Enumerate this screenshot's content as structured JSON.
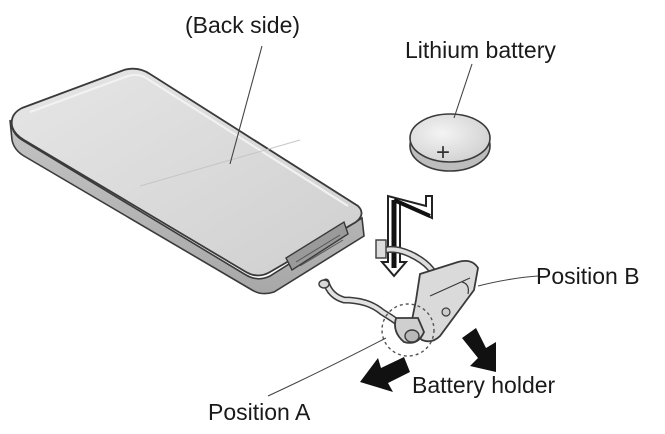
{
  "labels": {
    "back_side": "(Back side)",
    "lithium_battery": "Lithium battery",
    "position_b": "Position B",
    "battery_holder": "Battery holder",
    "position_a": "Position A"
  },
  "battery_polarity": "+",
  "colors": {
    "remote_top": "#d9d9d9",
    "remote_side": "#b8b8b8",
    "battery": "#e4e4e4",
    "holder": "#dddddd",
    "outline": "#3a3a3a",
    "arrow": "#111111"
  }
}
